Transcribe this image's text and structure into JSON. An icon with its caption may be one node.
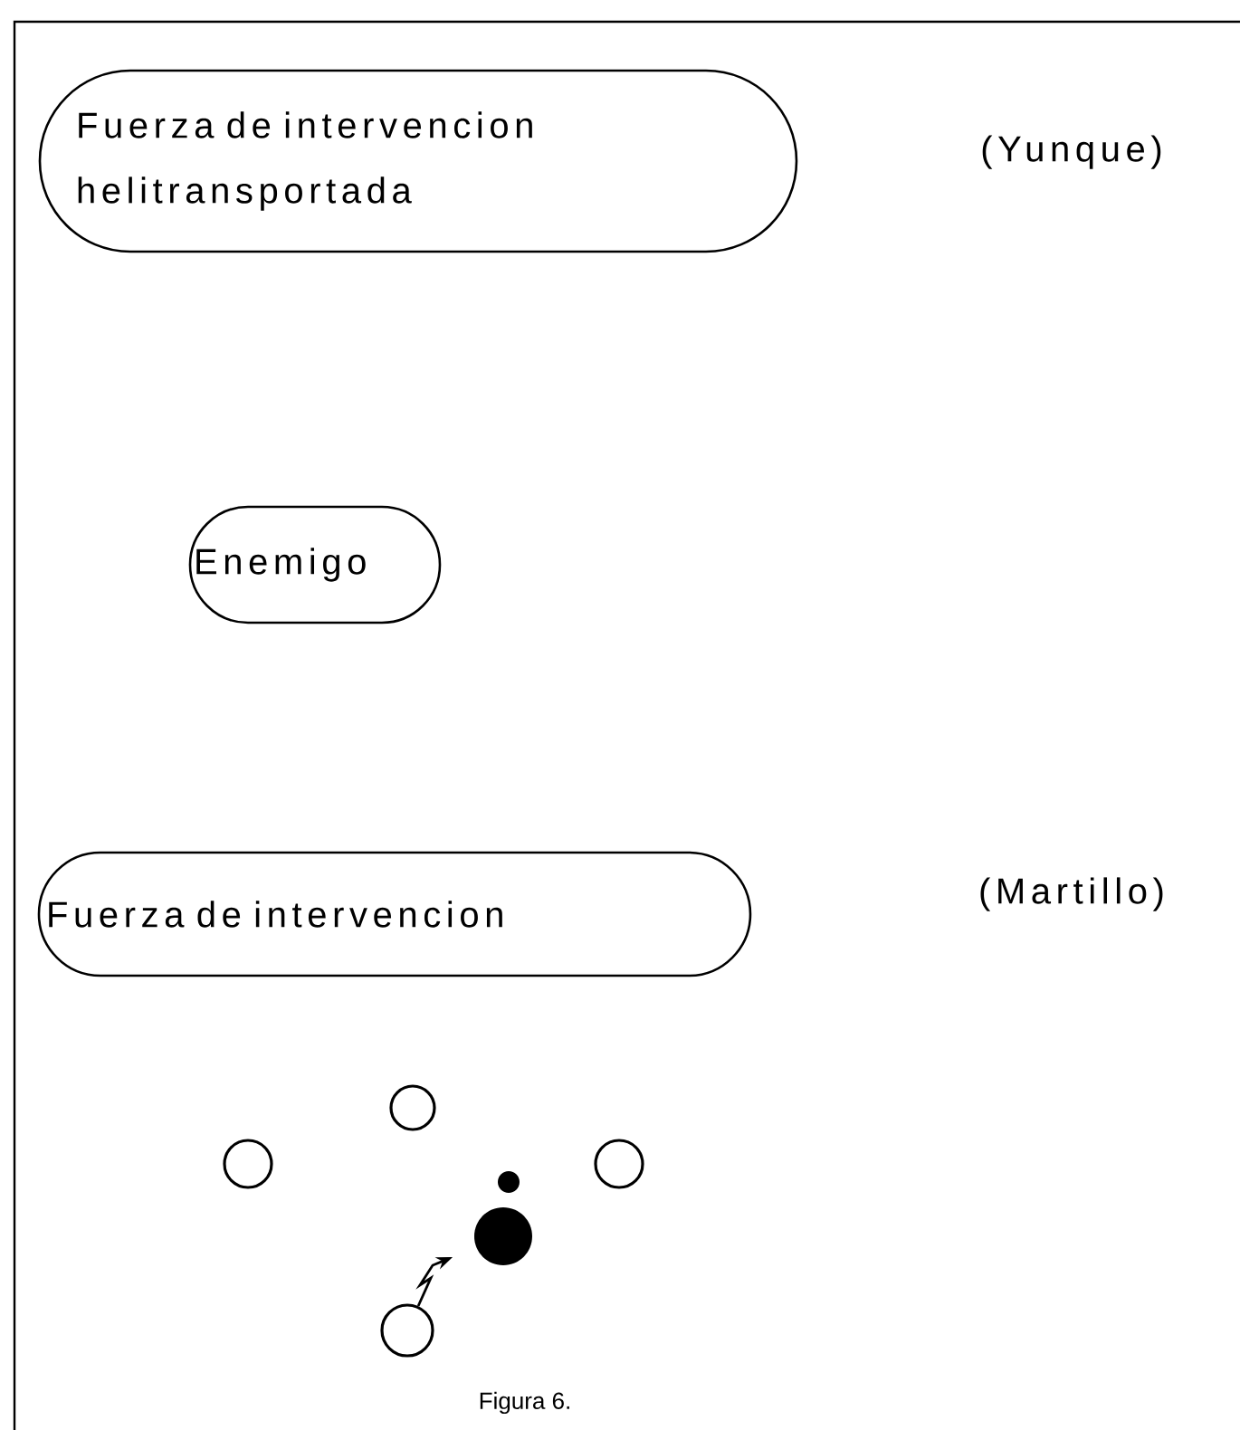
{
  "diagram": {
    "nodes": [
      {
        "text": [
          "Fuerza de intervencion helitransportada"
        ]
      },
      {
        "text": [
          "Enemigo"
        ]
      },
      {
        "text": [
          "Fuerza de intervencion"
        ]
      },
      {
        "text": [],
        "shape": "circle"
      },
      {
        "text": [],
        "shape": "circle"
      },
      {
        "text": [],
        "shape": "circle"
      },
      {
        "text": [],
        "shape": "dot"
      },
      {
        "text": [],
        "shape": "dot"
      },
      {
        "text": [],
        "shape": "circle"
      }
    ],
    "edges": [
      {
        "from": 8,
        "to": 7,
        "arrow": "to"
      }
    ],
    "labels": [
      "(Yunque)",
      "(Martillo)"
    ],
    "caption": "Figura 6."
  }
}
